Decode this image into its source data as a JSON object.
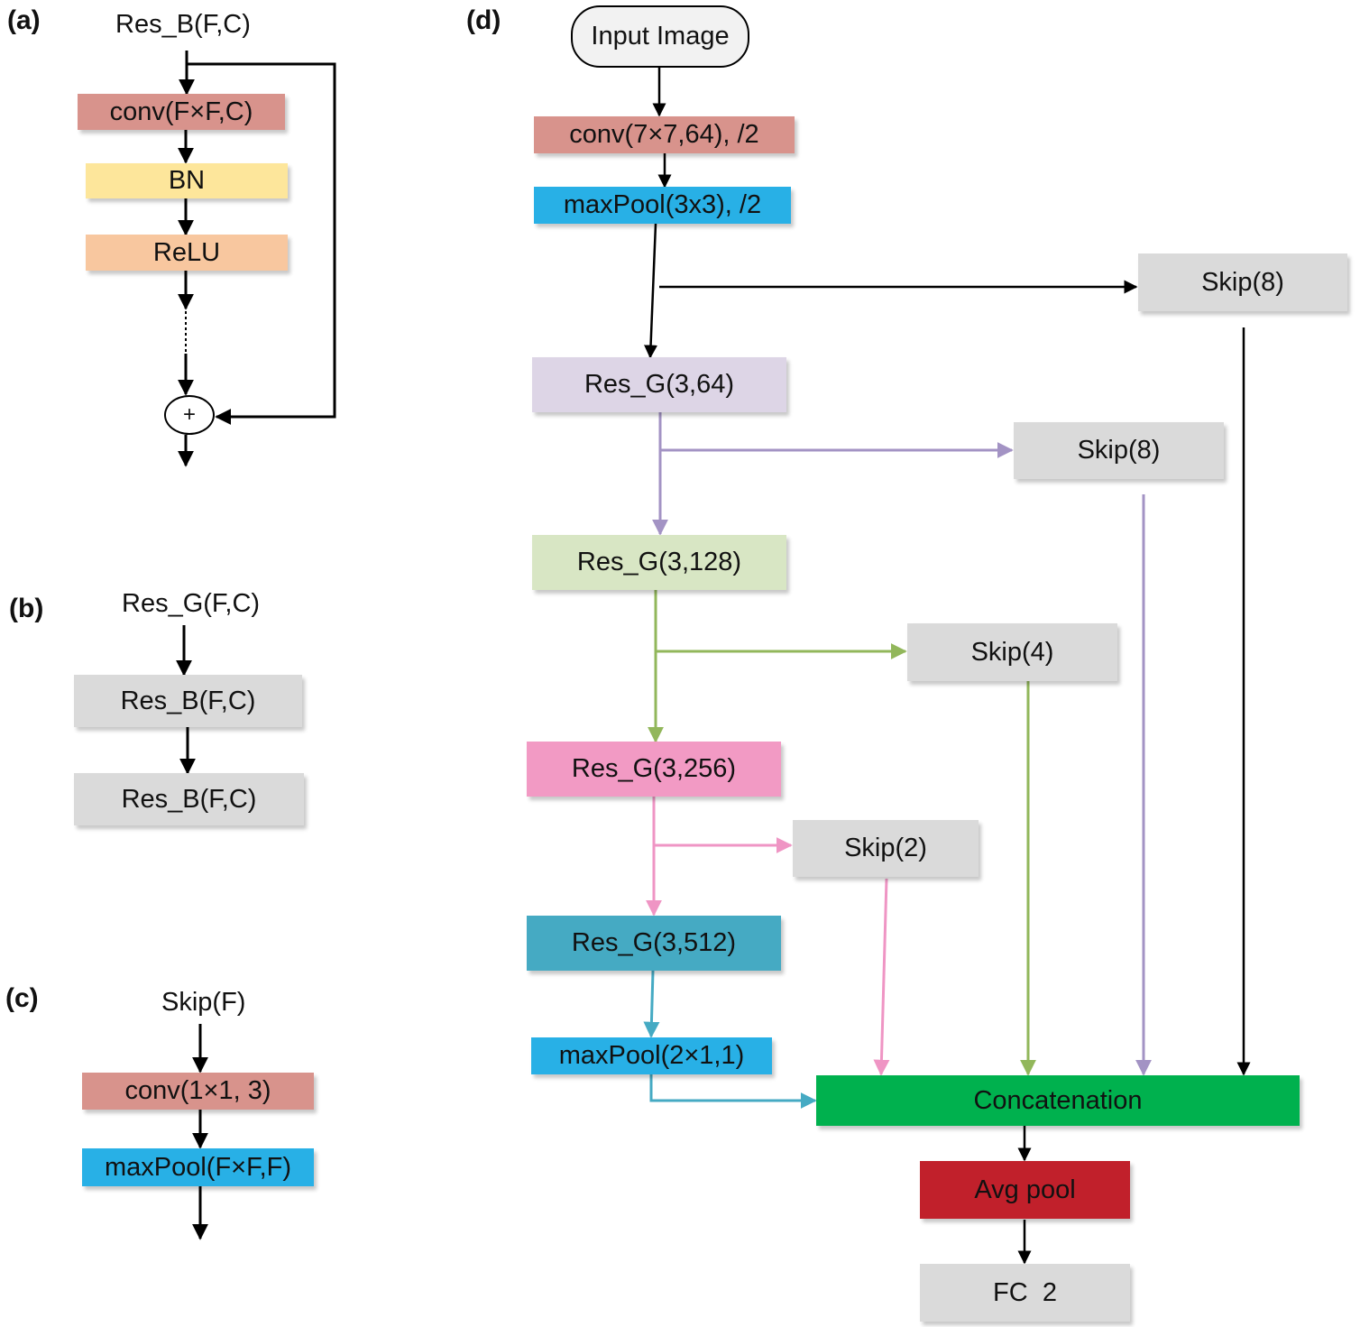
{
  "panel_labels": {
    "a": "(a)",
    "b": "(b)",
    "c": "(c)",
    "d": "(d)"
  },
  "panel_a": {
    "title": "Res_B(F,C)",
    "conv": "conv(F×F,C)",
    "bn": "BN",
    "relu": "ReLU",
    "sum": "+"
  },
  "panel_b": {
    "title": "Res_G(F,C)",
    "block1": "Res_B(F,C)",
    "block2": "Res_B(F,C)"
  },
  "panel_c": {
    "title": "Skip(F)",
    "conv": "conv(1×1, 3)",
    "pool": "maxPool(F×F,F)"
  },
  "panel_d": {
    "input": "Input Image",
    "conv": "conv(7×7,64), /2",
    "pool1": "maxPool(3x3), /2",
    "res64": "Res_G(3,64)",
    "res128": "Res_G(3,128)",
    "res256": "Res_G(3,256)",
    "res512": "Res_G(3,512)",
    "pool2": "maxPool(2×1,1)",
    "skip_a": "Skip(8)",
    "skip_b": "Skip(8)",
    "skip_c": "Skip(4)",
    "skip_d": "Skip(2)",
    "concat": "Concatenation",
    "avgpool": "Avg pool",
    "fc": "FC  2"
  },
  "colors": {
    "conv": "#d8938c",
    "bn": "#fde69b",
    "relu": "#f8c79f",
    "gray": "#dadada",
    "pool": "#28b0e6",
    "res64": "#ddd5e6",
    "res128": "#d8e6c4",
    "res256": "#f29ac4",
    "res512": "#45aac3",
    "concat": "#00b14e",
    "avgpool": "#c1202b",
    "wire_purple": "#a393c4",
    "wire_green": "#92b75b",
    "wire_pink": "#ef95c4",
    "wire_teal": "#45aac3"
  }
}
